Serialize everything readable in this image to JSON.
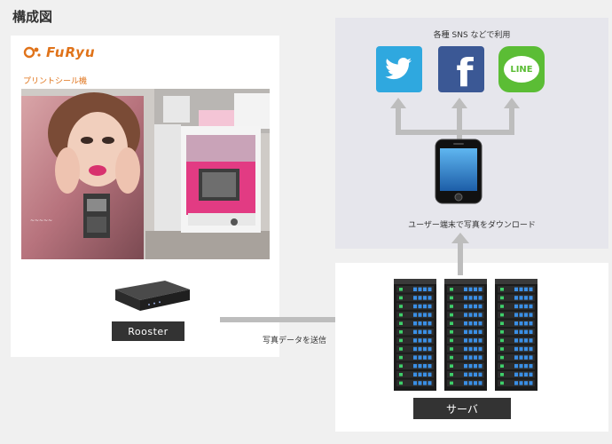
{
  "page": {
    "title": "構成図"
  },
  "left": {
    "logo_text": "FuRyu",
    "caption": "プリントシール機",
    "device_label": "Rooster"
  },
  "flow": {
    "send_label": "写真データを送信"
  },
  "sns": {
    "title": "各種 SNS などで利用",
    "icons": [
      "twitter-icon",
      "facebook-icon",
      "line-icon"
    ],
    "line_text": "LINE",
    "facebook_text": "f"
  },
  "download": {
    "label": "ユーザー端末で写真をダウンロード"
  },
  "server": {
    "label": "サーバ"
  },
  "colors": {
    "brand_orange": "#e0731a",
    "twitter": "#2fa8df",
    "facebook": "#3b5895",
    "line": "#5bbd35",
    "label_bg": "#333333",
    "arrow": "#bdbdbd"
  }
}
